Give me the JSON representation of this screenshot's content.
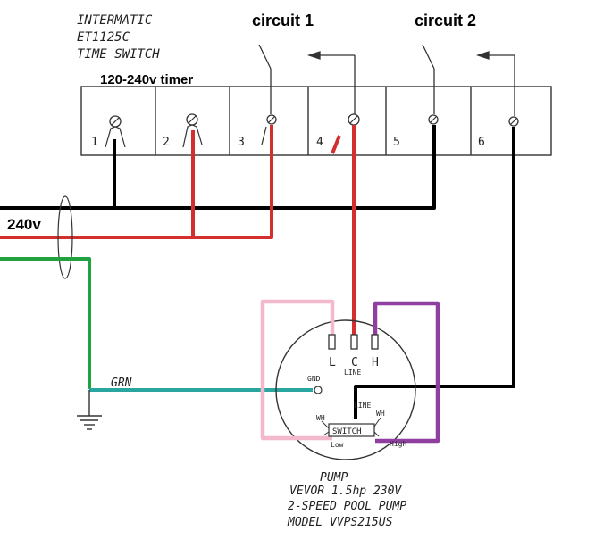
{
  "timer": {
    "brand_lines": [
      "INTERMATIC",
      "ET1125C",
      "TIME SWITCH"
    ],
    "rating": "120-240v timer",
    "terminals": [
      "1",
      "2",
      "3",
      "4",
      "5",
      "6"
    ]
  },
  "circuits": {
    "circuit1": "circuit 1",
    "circuit2": "circuit 2"
  },
  "supply": {
    "voltage": "240v",
    "ground_label": "GRN"
  },
  "pump_terminals": {
    "low": "L",
    "common": "C",
    "high": "H",
    "line": "LINE",
    "gnd": "GND",
    "line_inner": "LINE",
    "wh_left": "WH",
    "wh_right": "WH",
    "switch": "SWITCH",
    "low_label": "Low",
    "high_label": "High"
  },
  "pump": {
    "lines": [
      "PUMP",
      "VEVOR 1.5hp 230V",
      "2-SPEED POOL PUMP",
      "MODEL VVPS215US"
    ]
  },
  "colors": {
    "line_black": "#000000",
    "line_red": "#d32f2f",
    "ground_green": "#22a13f",
    "ground_teal": "#2aa6a0",
    "wire_pink": "#f4b8cc",
    "wire_purple": "#8e3fa0"
  }
}
